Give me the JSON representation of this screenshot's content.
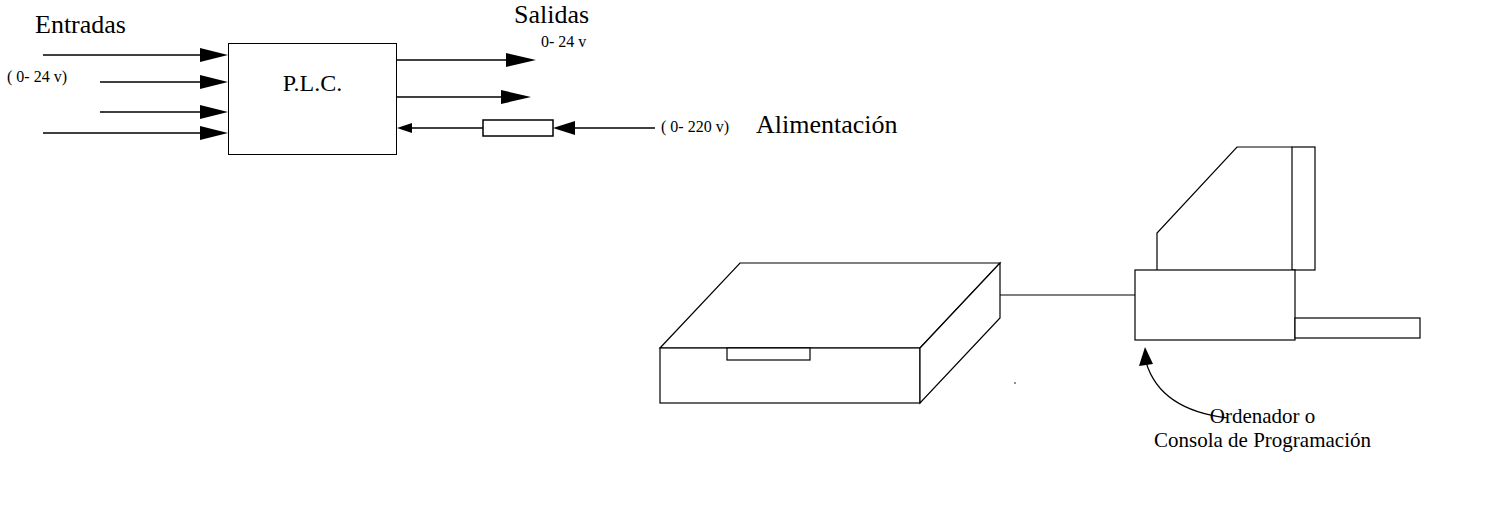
{
  "diagram": {
    "nodes": [
      {
        "text": [
          "P.L.C."
        ]
      }
    ],
    "labels": [
      "Entradas",
      "( 0- 24 v)",
      "Salidas",
      "0- 24 v",
      "( 0- 220 v)",
      "Alimentación",
      "Ordenador o Consola de Programación"
    ]
  }
}
